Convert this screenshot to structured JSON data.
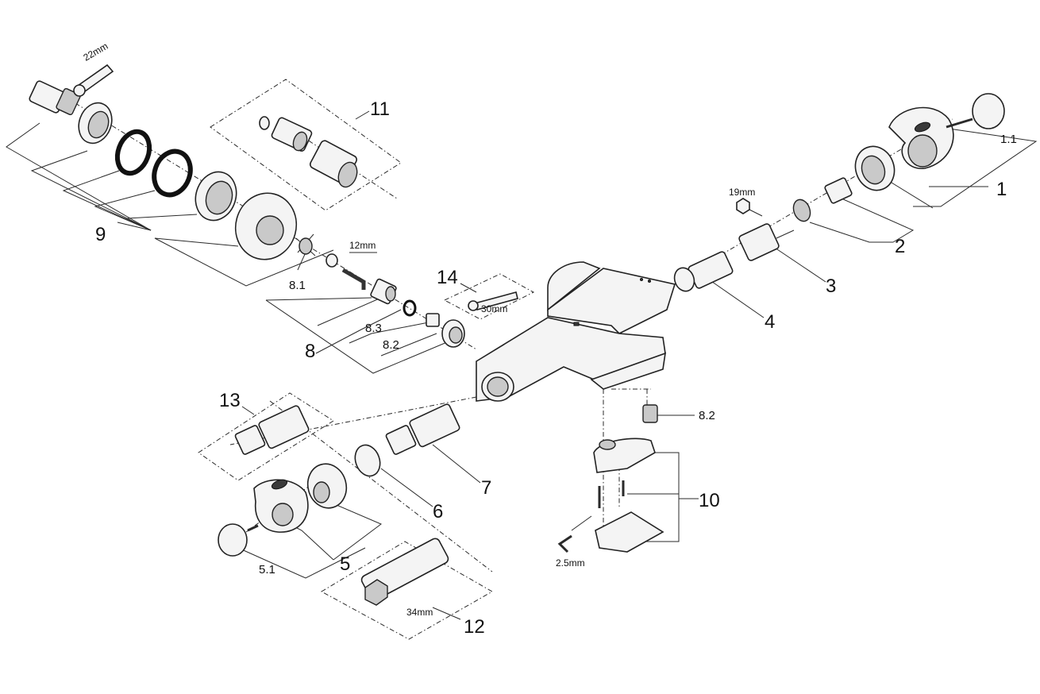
{
  "callouts": {
    "p1": "1",
    "p1_1": "1.1",
    "p2": "2",
    "p3": "3",
    "p4": "4",
    "p5": "5",
    "p5_1": "5.1",
    "p6": "6",
    "p7": "7",
    "p8": "8",
    "p8_1": "8.1",
    "p8_2a": "8.2",
    "p8_2b": "8.2",
    "p8_3": "8.3",
    "p9": "9",
    "p10": "10",
    "p11": "11",
    "p12": "12",
    "p13": "13",
    "p14": "14"
  },
  "tools": {
    "wrench_22": "22mm",
    "hex_19": "19mm",
    "key_12": "12mm",
    "wrench_30": "30mm",
    "key_34": "34mm",
    "key_2_5": "2.5mm"
  }
}
